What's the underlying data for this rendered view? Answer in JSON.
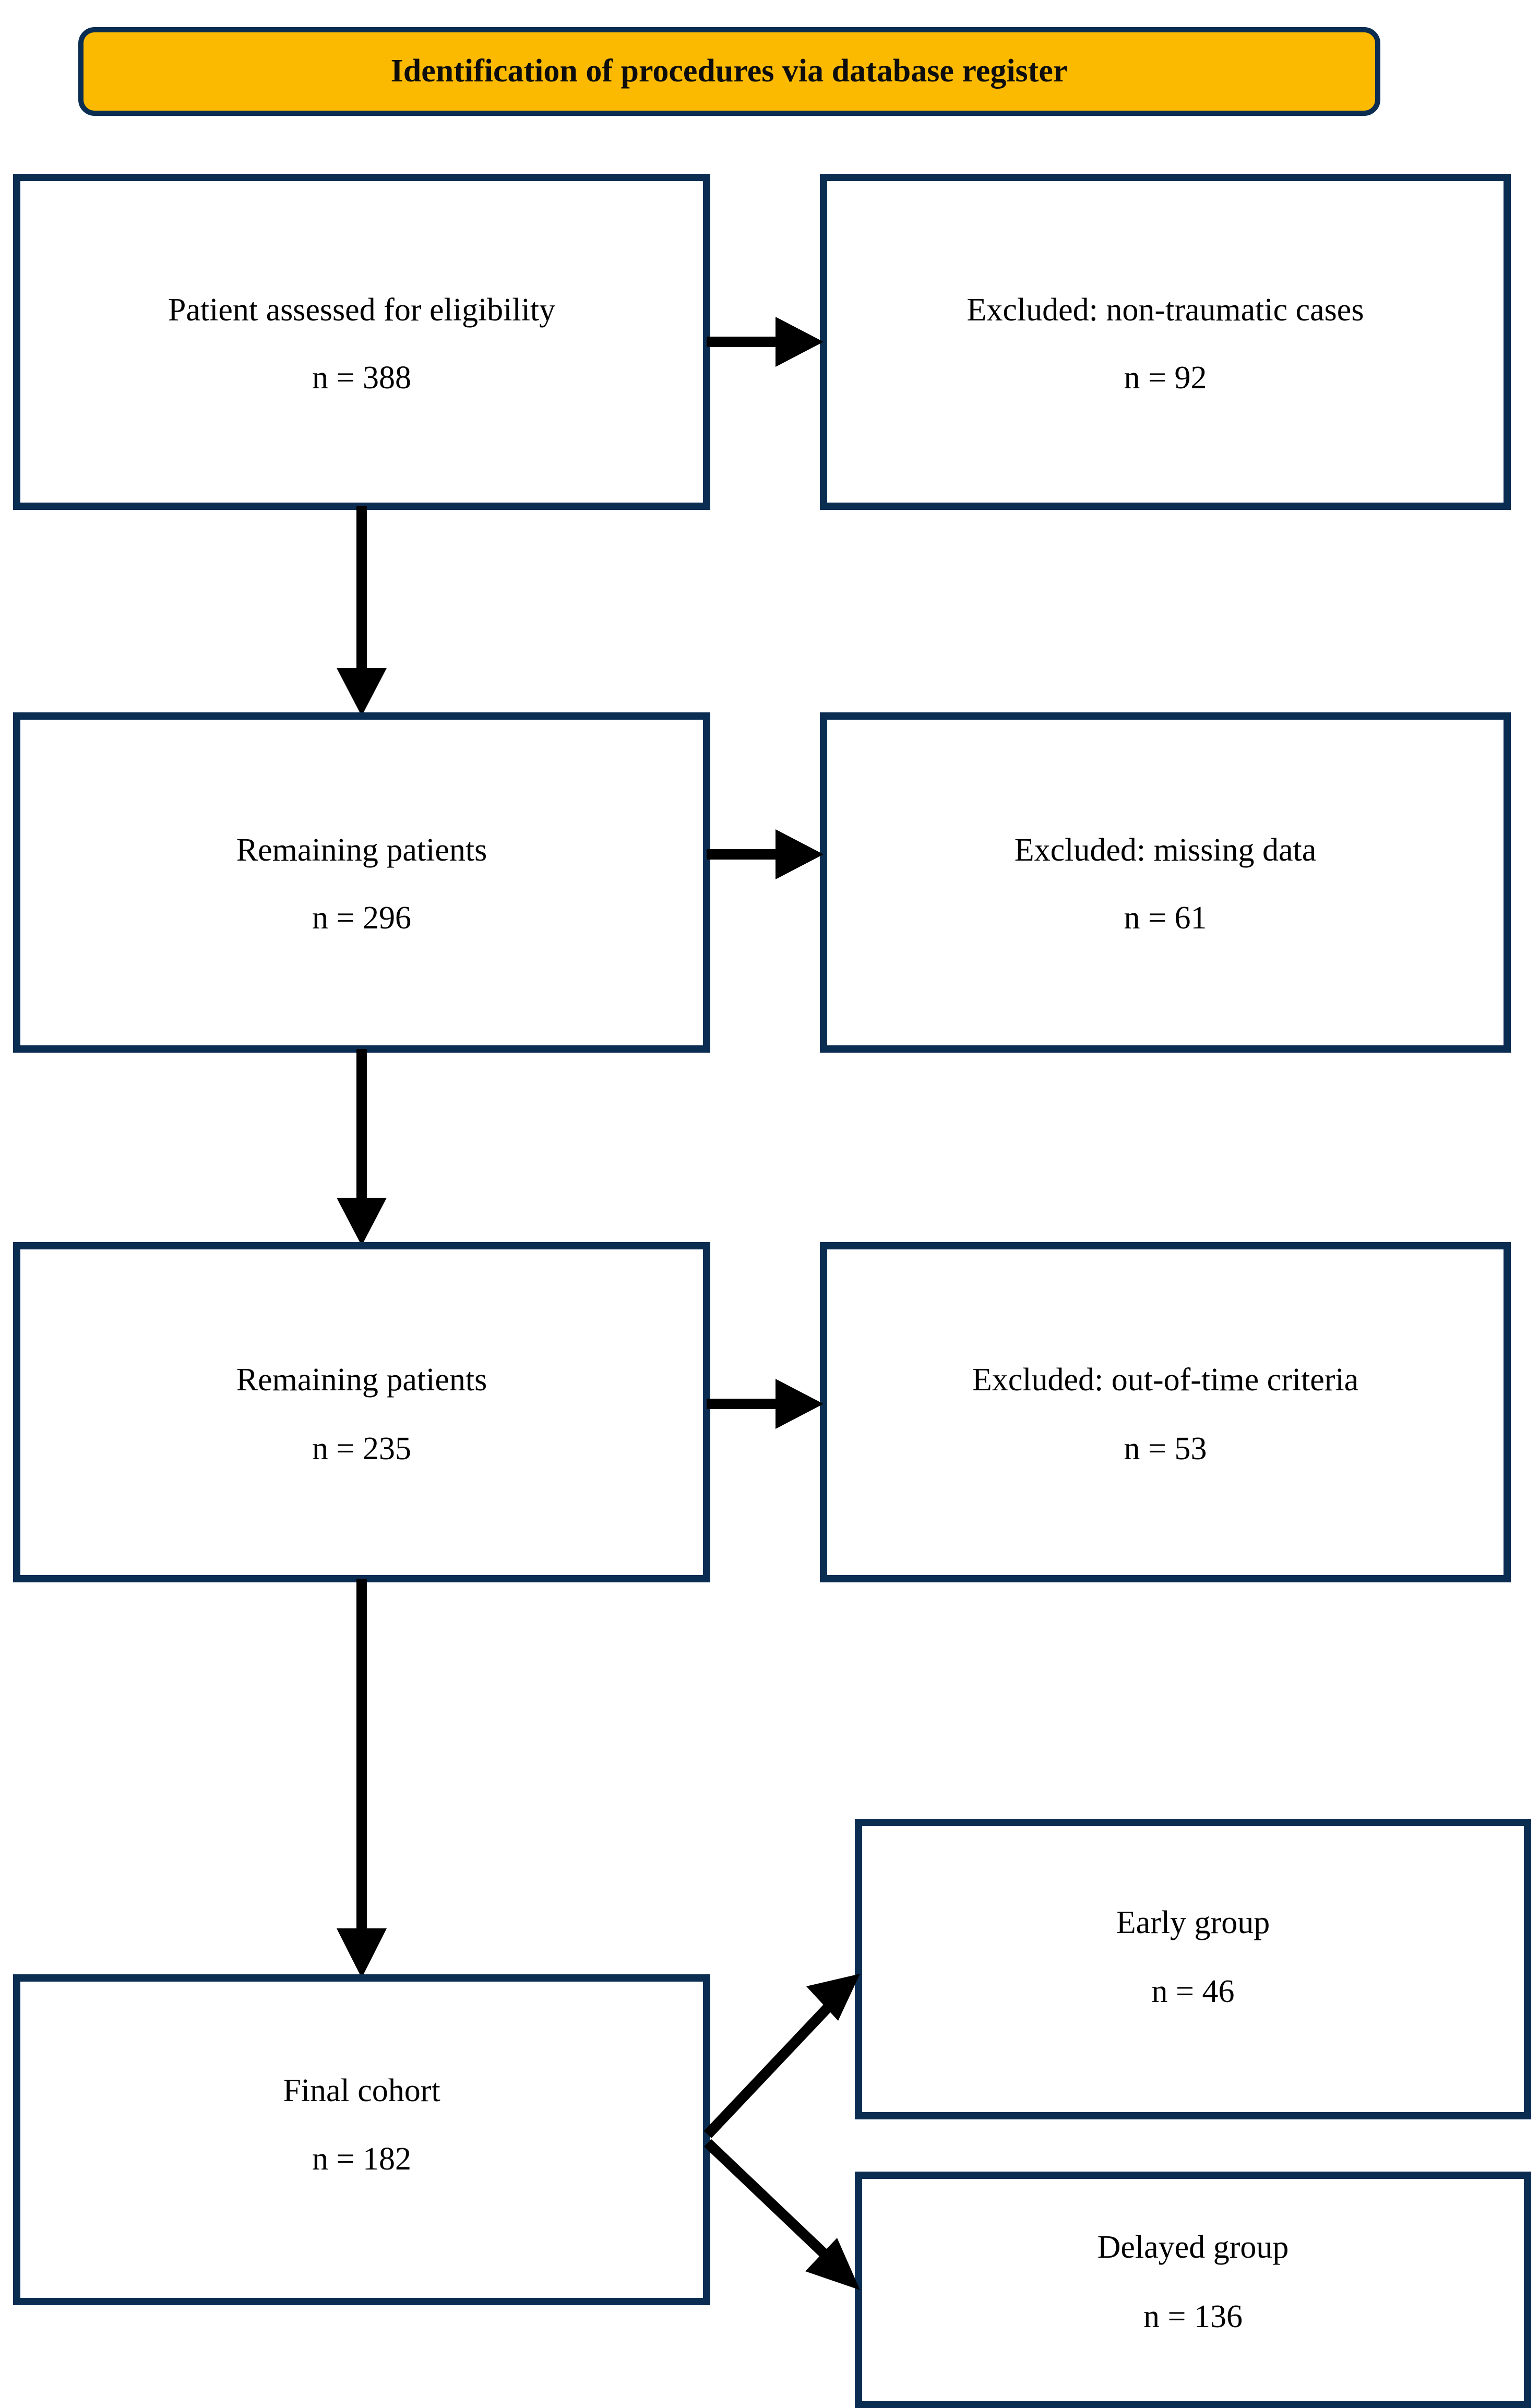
{
  "diagram": {
    "title": "Identification of procedures via database register",
    "type": "prisma-flow-diagram",
    "colors": {
      "banner_fill": "#fbba00",
      "border": "#0b2d52",
      "box_fill": "#ffffff",
      "text": "#000000",
      "arrow": "#000000"
    },
    "banner": {
      "label": "Identification of procedures via database register"
    },
    "nodes": [
      {
        "id": "eligibility",
        "line1": "Patient assessed for eligibility",
        "line2": "n = 388",
        "count": 388,
        "column": "left",
        "row": 1
      },
      {
        "id": "excluded-nontraumatic",
        "line1": "Excluded: non-traumatic cases",
        "line2": "n = 92",
        "count": 92,
        "column": "right",
        "row": 1
      },
      {
        "id": "remaining-1",
        "line1": "Remaining patients",
        "line2": "n = 296",
        "count": 296,
        "column": "left",
        "row": 2
      },
      {
        "id": "excluded-missing-data",
        "line1": "Excluded: missing data",
        "line2": "n = 61",
        "count": 61,
        "column": "right",
        "row": 2
      },
      {
        "id": "remaining-2",
        "line1": "Remaining patients",
        "line2": "n = 235",
        "count": 235,
        "column": "left",
        "row": 3
      },
      {
        "id": "excluded-out-of-time",
        "line1": "Excluded: out-of-time criteria",
        "line2": "n = 53",
        "count": 53,
        "column": "right",
        "row": 3
      },
      {
        "id": "final-cohort",
        "line1": "Final cohort",
        "line2": "n = 182",
        "count": 182,
        "column": "left",
        "row": 4
      },
      {
        "id": "early-group",
        "line1": "Early group",
        "line2": "n = 46",
        "count": 46,
        "column": "right",
        "row": 4
      },
      {
        "id": "delayed-group",
        "line1": "Delayed group",
        "line2": "n = 136",
        "count": 136,
        "column": "right",
        "row": 5
      }
    ],
    "edges": [
      {
        "from": "eligibility",
        "to": "excluded-nontraumatic",
        "direction": "right"
      },
      {
        "from": "eligibility",
        "to": "remaining-1",
        "direction": "down"
      },
      {
        "from": "remaining-1",
        "to": "excluded-missing-data",
        "direction": "right"
      },
      {
        "from": "remaining-1",
        "to": "remaining-2",
        "direction": "down"
      },
      {
        "from": "remaining-2",
        "to": "excluded-out-of-time",
        "direction": "right"
      },
      {
        "from": "remaining-2",
        "to": "final-cohort",
        "direction": "down"
      },
      {
        "from": "final-cohort",
        "to": "early-group",
        "direction": "up-right"
      },
      {
        "from": "final-cohort",
        "to": "delayed-group",
        "direction": "down-right"
      }
    ]
  }
}
